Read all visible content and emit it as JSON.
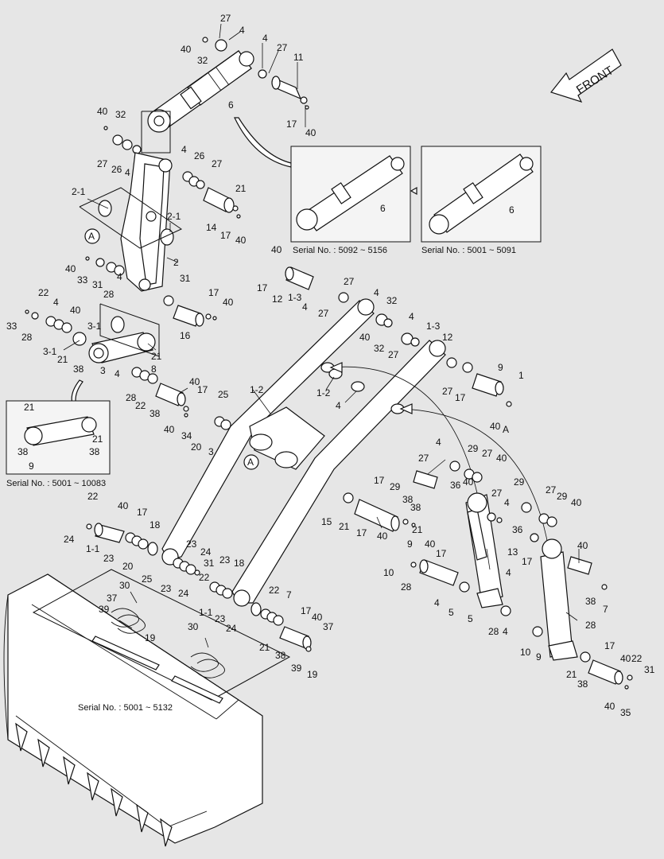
{
  "direction_label": "FRONT",
  "detail_marker": "A",
  "inset_captions": {
    "cylinder_top_right": "Serial No. : 5001 ~ 5091",
    "cylinder_top_left": "Serial No. : 5092 ~ 5156",
    "link_left": "Serial No. : 5001 ~ 10083",
    "bucket": "Serial No. : 5001 ~ 5132"
  },
  "callouts": [
    "27",
    "4",
    "40",
    "32",
    "4",
    "27",
    "11",
    "6",
    "17",
    "40",
    "40",
    "32",
    "27",
    "26",
    "4",
    "4",
    "26",
    "27",
    "21",
    "2-1",
    "2-1",
    "14",
    "17",
    "40",
    "2",
    "A",
    "40",
    "33",
    "31",
    "4",
    "28",
    "17",
    "40",
    "16",
    "31",
    "22",
    "4",
    "40",
    "33",
    "28",
    "3-1",
    "3-1",
    "21",
    "21",
    "3",
    "38",
    "4",
    "28",
    "22",
    "38",
    "8",
    "40",
    "17",
    "40",
    "34",
    "25",
    "20",
    "3",
    "21",
    "21",
    "38",
    "38",
    "9",
    "40",
    "17",
    "12",
    "1-3",
    "27",
    "4",
    "27",
    "4",
    "32",
    "40",
    "32",
    "27",
    "4",
    "1-3",
    "12",
    "9",
    "1",
    "1-2",
    "1-2",
    "4",
    "27",
    "17",
    "40",
    "A",
    "13",
    "27",
    "4",
    "29",
    "27",
    "40",
    "17",
    "29",
    "36",
    "40",
    "27",
    "4",
    "29",
    "27",
    "29",
    "40",
    "36",
    "13",
    "17",
    "40",
    "38",
    "7",
    "22",
    "40",
    "17",
    "24",
    "1-1",
    "23",
    "18",
    "20",
    "25",
    "15",
    "21",
    "17",
    "40",
    "38",
    "38",
    "21",
    "9",
    "40",
    "17",
    "10",
    "28",
    "4",
    "5",
    "5",
    "4",
    "28",
    "28",
    "4",
    "10",
    "9",
    "21",
    "38",
    "17",
    "40",
    "22",
    "31",
    "40",
    "35",
    "23",
    "24",
    "31",
    "22",
    "23",
    "24",
    "23",
    "18",
    "1-1",
    "23",
    "24",
    "22",
    "7",
    "21",
    "38",
    "17",
    "40",
    "37",
    "39",
    "19",
    "30",
    "37",
    "39",
    "19",
    "30"
  ]
}
